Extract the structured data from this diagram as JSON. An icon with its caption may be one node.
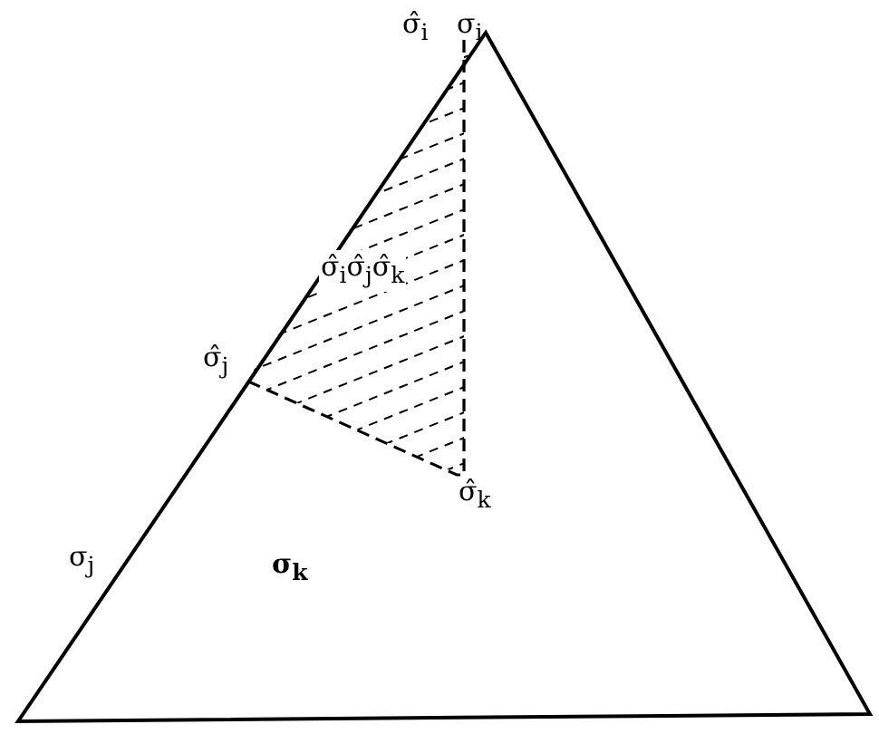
{
  "diagram": {
    "labels": [
      "σ̂$_{i}$",
      "σ$_{i}$",
      "σ̂$_{i}$σ̂$_{j}$σ̂$_{k}$",
      "σ̂$_{j}$",
      "σ̂$_{k}$",
      "σ$_{j}$",
      "σ$_{k}$"
    ]
  }
}
